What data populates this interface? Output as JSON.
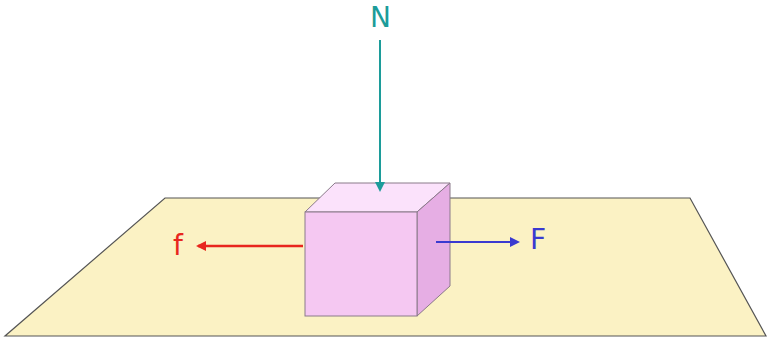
{
  "diagram": {
    "labels": [
      "N",
      "F",
      "f"
    ]
  }
}
